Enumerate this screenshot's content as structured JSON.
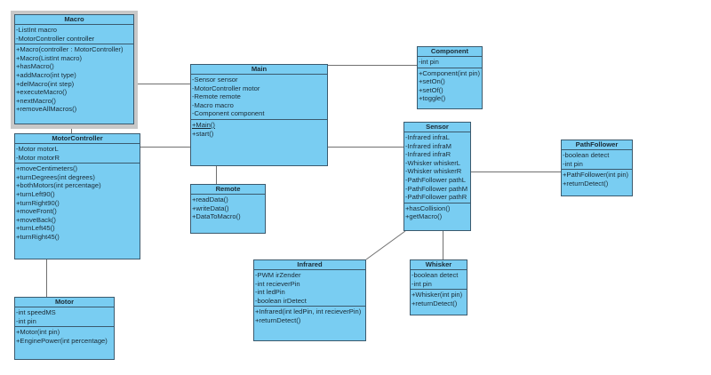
{
  "colors": {
    "class_fill": "#79cdf2",
    "class_border": "#3b5a6e",
    "link": "#707070",
    "selection": "#c8c8c8"
  },
  "classes": {
    "macro": {
      "name": "Macro",
      "selected": true,
      "attributes": [
        "-ListInt macro",
        "-MotorController controller"
      ],
      "operations": [
        "+Macro(controller : MotorController)",
        "+Macro(ListInt macro)",
        "+hasMacro()",
        "+addMacro(int type)",
        "+delMacro(int step)",
        "+executeMacro()",
        "+nextMacro()",
        "+removeAllMacros()"
      ]
    },
    "main": {
      "name": "Main",
      "attributes": [
        "-Sensor sensor",
        "-MotorController motor",
        "-Remote remote",
        "-Macro macro",
        "-Component component"
      ],
      "operations": [
        "+Main()",
        "+start()"
      ],
      "static_operations": [
        "+Main()"
      ]
    },
    "component": {
      "name": "Component",
      "attributes": [
        "-int pin"
      ],
      "operations": [
        "+Component(int pin)",
        "+setOn()",
        "+setOf()",
        "+toggle()"
      ]
    },
    "sensor": {
      "name": "Sensor",
      "attributes": [
        "-Infrared infraL",
        "-Infrared infraM",
        "-Infrared infraR",
        "-Whisker whiskerL",
        "-Whisker whiskerR",
        "-PathFollower pathL",
        "-PathFollower pathM",
        "-PathFollower pathR"
      ],
      "operations": [
        "+hasCollision()",
        "+getMacro()"
      ]
    },
    "pathfollower": {
      "name": "PathFollower",
      "attributes": [
        "-boolean detect",
        "-int pin"
      ],
      "operations": [
        "+PathFollower(int pin)",
        "+returnDetect()"
      ]
    },
    "motorcontroller": {
      "name": "MotorController",
      "attributes": [
        "-Motor motorL",
        "-Motor motorR"
      ],
      "operations": [
        "+moveCentimeters()",
        "+turnDegrees(int degrees)",
        "+bothMotors(int percentage)",
        "+turnLeft90()",
        "+turnRight90()",
        "+moveFront()",
        "+moveBack()",
        "+turnLeft45()",
        "+turnRight45()"
      ]
    },
    "remote": {
      "name": "Remote",
      "attributes": [],
      "operations": [
        "+readData()",
        "+writeData()",
        "+DataToMacro()"
      ]
    },
    "motor": {
      "name": "Motor",
      "attributes": [
        "-int speedMS",
        "-int pin"
      ],
      "operations": [
        "+Motor(int pin)",
        "+EnginePower(int percentage)"
      ]
    },
    "infrared": {
      "name": "Infrared",
      "attributes": [
        "-PWM irZender",
        "-int recieverPin",
        "-int ledPin",
        "-boolean irDetect"
      ],
      "operations": [
        "+Infrared(int ledPin, int recieverPin)",
        "+returnDetect()"
      ]
    },
    "whisker": {
      "name": "Whisker",
      "attributes": [
        "-boolean detect",
        "-int pin"
      ],
      "operations": [
        "+Whisker(int pin)",
        "+returnDetect()"
      ]
    }
  },
  "associations": [
    [
      "macro",
      "main"
    ],
    [
      "macro",
      "motorcontroller"
    ],
    [
      "motorcontroller",
      "main"
    ],
    [
      "main",
      "remote"
    ],
    [
      "main",
      "component"
    ],
    [
      "main",
      "sensor"
    ],
    [
      "sensor",
      "pathfollower"
    ],
    [
      "sensor",
      "infrared"
    ],
    [
      "sensor",
      "whisker"
    ],
    [
      "motorcontroller",
      "motor"
    ]
  ]
}
